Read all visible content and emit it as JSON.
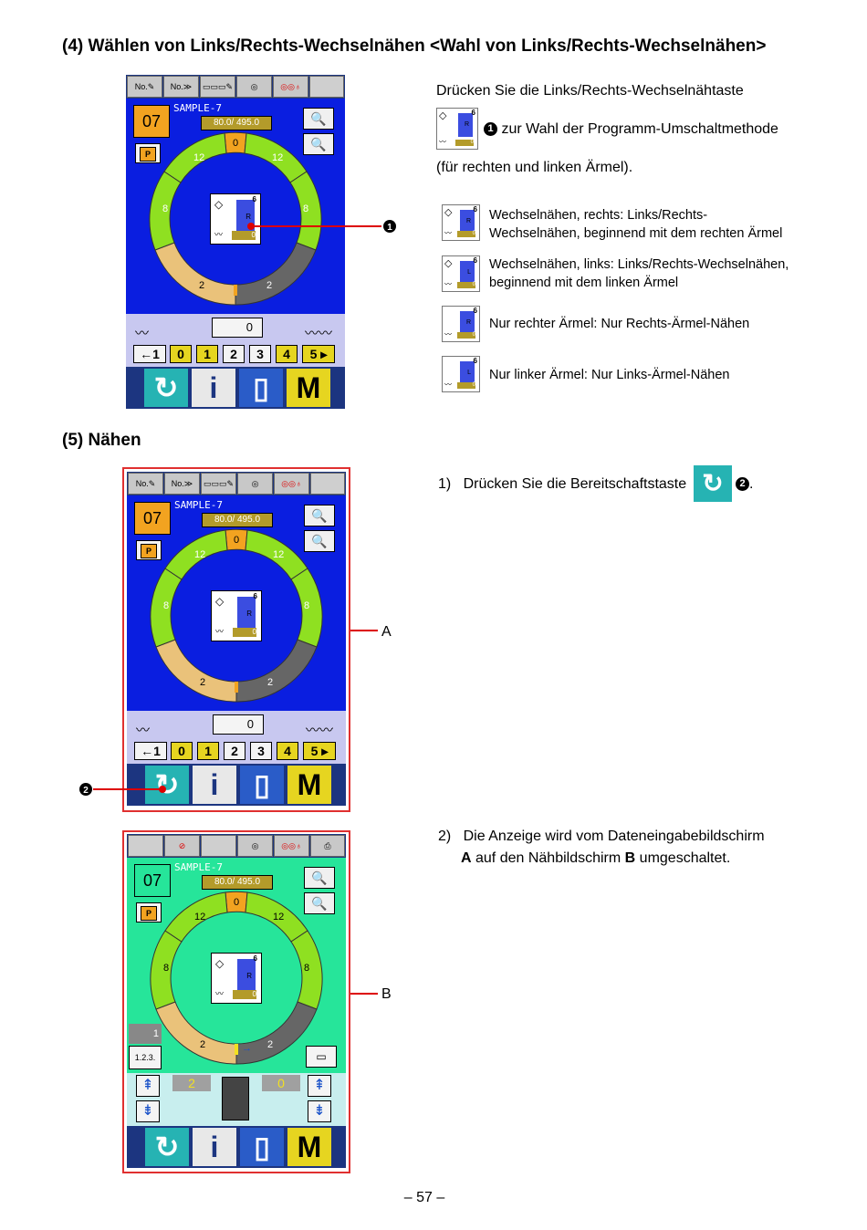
{
  "section4": {
    "title": "(4) Wählen von Links/Rechts-Wechselnähen <Wahl von Links/Rechts-Wechselnähen>",
    "line1": "Drücken Sie die Links/Rechts-Wechselnähtaste",
    "line2": "zur Wahl der Programm-Umschaltmethode",
    "line3": "(für rechten und linken Ärmel).",
    "marker": "1",
    "options": [
      {
        "label": "Wechselnähen, rechts: Links/Rechts-Wechselnähen, beginnend mit dem rechten Ärmel",
        "letter": "R"
      },
      {
        "label": "Wechselnähen, links: Links/Rechts-Wechselnähen, beginnend mit dem linken Ärmel",
        "letter": "L"
      },
      {
        "label": "Nur rechter Ärmel: Nur Rechts-Ärmel-Nähen",
        "letter": "R"
      },
      {
        "label": "Nur linker Ärmel: Nur Links-Ärmel-Nähen",
        "letter": "L"
      }
    ]
  },
  "section5": {
    "title": "(5) Nähen",
    "step1_prefix": "1)",
    "step1_text": "Drücken Sie die Bereitschaftstaste",
    "step1_marker": "2",
    "step2_prefix": "2)",
    "step2_text_a": "Die Anzeige wird vom Dateneingabebildschirm",
    "step2_bold_a": "A",
    "step2_text_b": " auf den Nähbildschirm ",
    "step2_bold_b": "B",
    "step2_text_c": " umgeschaltet.",
    "label_a": "A",
    "label_b": "B"
  },
  "panel": {
    "program_no": "07",
    "sample_name": "SAMPLE-7",
    "counter": "80.0/ 495.0",
    "ring_labels": {
      "top": "0",
      "upper_left": "12",
      "upper_right": "12",
      "left": "8",
      "right": "8",
      "lower_left": "2",
      "lower_right": "2"
    },
    "center_letter": "R",
    "center_six": "6",
    "center_value": "0",
    "bobbin_counter": "0",
    "num_buttons": [
      "←1",
      "0",
      "1",
      "2",
      "3",
      "4",
      "5 ▸"
    ],
    "bottom_buttons": {
      "ready": "↻",
      "info": "i",
      "comm": "▯",
      "mode": "M"
    },
    "toolbar": [
      "No.✎",
      "No.≫",
      "▭▭▭✎",
      "◎",
      "◎◎♁",
      ""
    ]
  },
  "panel_b": {
    "left_value": "2",
    "right_value": "0",
    "side_counter": "1"
  },
  "page_number": "– 57 –",
  "colors": {
    "data_screen_bg": "#0a1ee0",
    "sewing_screen_bg": "#26e59a",
    "ring_green": "#8fe021",
    "ring_tan": "#eac27a",
    "ring_gray": "#666666",
    "highlight": "#e03030"
  }
}
